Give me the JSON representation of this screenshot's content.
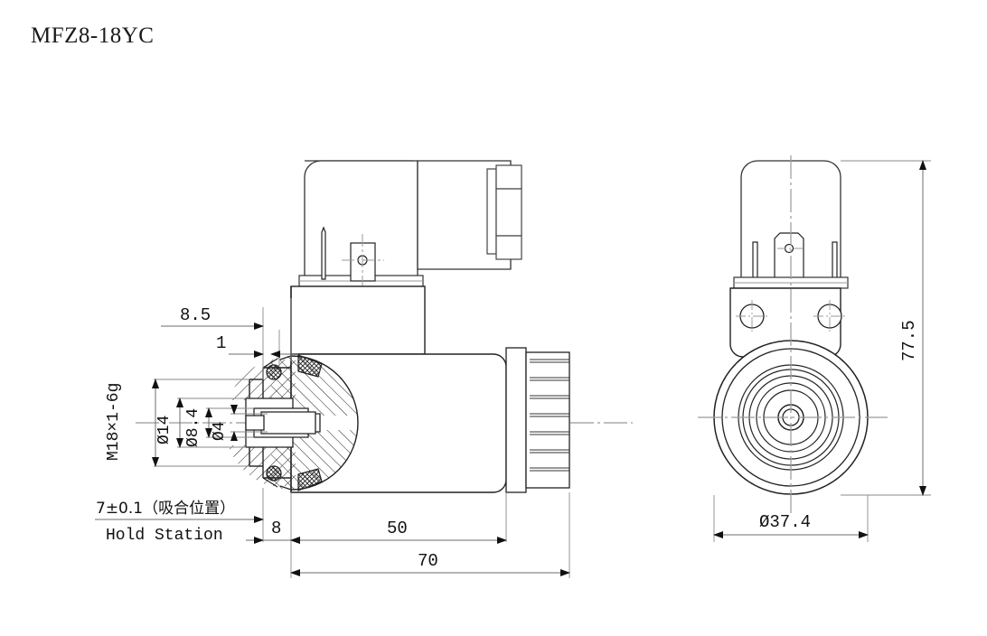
{
  "title": "MFZ8-18YC",
  "drawing": {
    "type": "engineering-drawing",
    "description": "Solenoid coil / valve assembly - sectional side view and front view",
    "views": [
      {
        "name": "side-section-view",
        "label": ""
      },
      {
        "name": "front-view",
        "label": ""
      }
    ]
  },
  "dimensions": {
    "d_8_5": "8.5",
    "d_1": "1",
    "d_thread": "M18×1-6g",
    "d_dia14": "Ø14",
    "d_dia8_4": "Ø8.4",
    "d_dia4": "Ø4",
    "d_8": "8",
    "d_50": "50",
    "d_70": "70",
    "d_77_5": "77.5",
    "d_dia37_4": "Ø37.4"
  },
  "notes": {
    "hold_position_cn": "7±0.1（吸合位置）",
    "hold_position_en": "Hold Station"
  },
  "colors": {
    "line": "#111111",
    "thin_line": "#555555",
    "center_line": "#9a9a9a",
    "dim_line": "#6e6e6e",
    "background": "#ffffff",
    "text": "#1a1a1a"
  }
}
